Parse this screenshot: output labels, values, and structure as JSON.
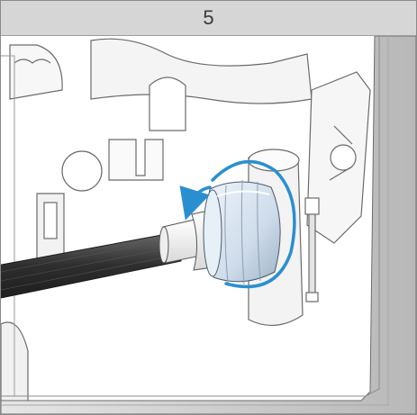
{
  "step": {
    "number": "5"
  },
  "illustration": {
    "subject": "hose-connector-nut-being-tightened",
    "arrow_direction": "counter-clockwise",
    "colors": {
      "arrow": "#2a8fd0",
      "nut": "#d8e6f2",
      "nut_shadow": "#9fb4c6",
      "hose": "#3e3e3e",
      "frame_gray": "#bdbdbd",
      "line_art": "#555555"
    }
  }
}
